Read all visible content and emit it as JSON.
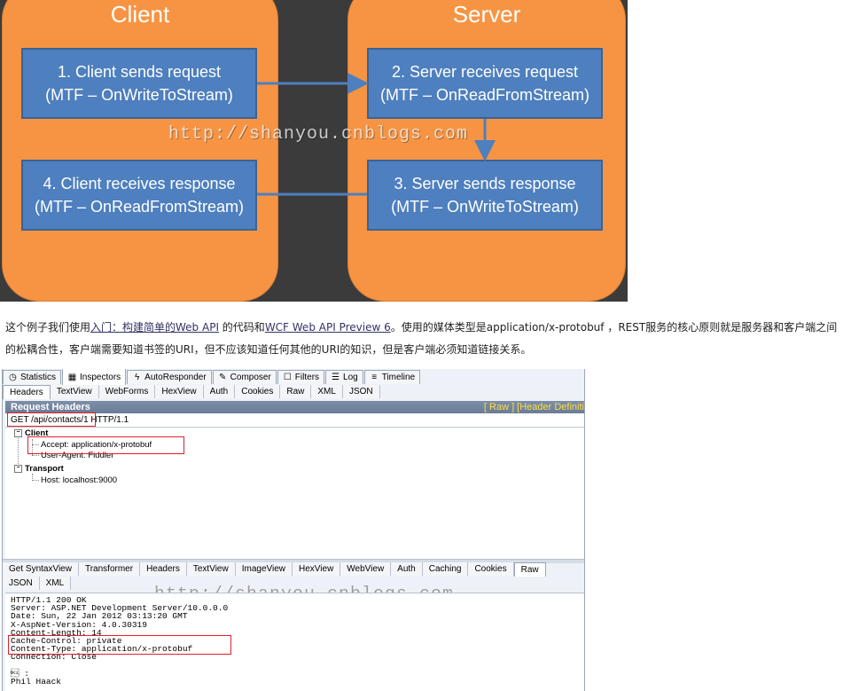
{
  "diagram": {
    "client_title": "Client",
    "server_title": "Server",
    "steps": [
      {
        "line1": "1. Client sends request",
        "line2": "(MTF – OnWriteToStream)"
      },
      {
        "line1": "2. Server receives request",
        "line2": "(MTF – OnReadFromStream)"
      },
      {
        "line1": "3. Server sends response",
        "line2": "(MTF – OnWriteToStream)"
      },
      {
        "line1": "4. Client receives response",
        "line2": "(MTF – OnReadFromStream)"
      }
    ],
    "watermark": "http://shanyou.cnblogs.com"
  },
  "paragraph": {
    "t1": "这个例子我们使用",
    "link1": "入门：构建简单的Web API",
    "t2": " 的代码和",
    "link2": "WCF Web API Preview 6",
    "t3": "。使用的媒体类型是application/x-protobuf ，REST服务的核心原则就是服务器和客户端之间的松耦合性，客户端需要知道书签的URI，但不应该知道任何其他的URI的知识，但是客户端必须知道链接关系。"
  },
  "fiddler": {
    "top_tabs": [
      {
        "label": "Statistics",
        "icon": "stopwatch-icon",
        "glyph": "◷"
      },
      {
        "label": "Inspectors",
        "icon": "inspectors-icon",
        "glyph": "▦"
      },
      {
        "label": "AutoResponder",
        "icon": "lightning-icon",
        "glyph": "ϟ"
      },
      {
        "label": "Composer",
        "icon": "pencil-icon",
        "glyph": "✎"
      },
      {
        "label": "Filters",
        "icon": "checkbox-icon",
        "glyph": "☐"
      },
      {
        "label": "Log",
        "icon": "log-icon",
        "glyph": "☰"
      },
      {
        "label": "Timeline",
        "icon": "timeline-icon",
        "glyph": "≡"
      }
    ],
    "request_tabs": [
      "Headers",
      "TextView",
      "WebForms",
      "HexView",
      "Auth",
      "Cookies",
      "Raw",
      "XML",
      "JSON"
    ],
    "request_header_title": "Request Headers",
    "request_header_links": "[ Raw ]   [Header Definiti",
    "request_line": "GET /api/contacts/1 HTTP/1.1",
    "tree": {
      "client_group": "Client",
      "accept": "Accept: application/x-protobuf",
      "user_agent": "User-Agent: Fiddler",
      "transport_group": "Transport",
      "host": "Host: localhost:9000"
    },
    "watermark": "http://shanyou.cnblogs.com",
    "response_tabs_row1": [
      "Get SyntaxView",
      "Transformer",
      "Headers",
      "TextView",
      "ImageView",
      "HexView",
      "WebView",
      "Auth",
      "Caching",
      "Cookies",
      "Raw"
    ],
    "response_tabs_row2": [
      "JSON",
      "XML"
    ],
    "response_lines": [
      "HTTP/1.1 200 OK",
      "Server: ASP.NET Development Server/10.0.0.0",
      "Date: Sun, 22 Jan 2012 03:13:20 GMT",
      "X-AspNet-Version: 4.0.30319",
      "Content-Length: 14",
      "Cache-Control: private",
      "Content-Type: application/x-protobuf",
      "Connection: Close",
      "",
      "\u0012 :",
      "Phil Haack"
    ],
    "highlight_color": "#e01f2f"
  }
}
